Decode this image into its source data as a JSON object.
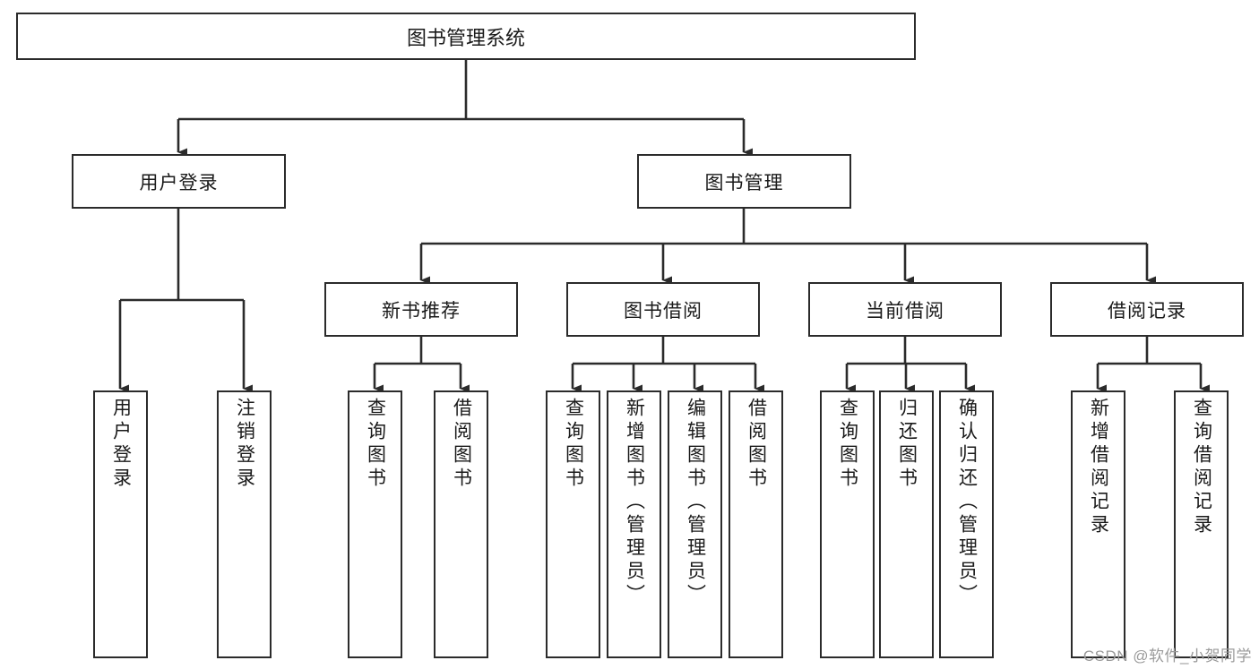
{
  "diagram": {
    "title": "图书管理系统",
    "type": "tree-hierarchy-functional-decomposition",
    "colors": {
      "background": "#ffffff",
      "box_border": "#2b2b2b",
      "connector": "#2b2b2b",
      "text": "#1a1a1a",
      "watermark": "#9a9a9a"
    },
    "watermark": "CSDN @软件_小贺同学",
    "root": {
      "label": "图书管理系统"
    },
    "level1": [
      {
        "label": "用户登录"
      },
      {
        "label": "图书管理"
      }
    ],
    "level2": [
      {
        "label": "新书推荐"
      },
      {
        "label": "图书借阅"
      },
      {
        "label": "当前借阅"
      },
      {
        "label": "借阅记录"
      }
    ],
    "leaves": {
      "user_login": [
        {
          "label": "用户登录"
        },
        {
          "label": "注销登录"
        }
      ],
      "new_book_recommend": [
        {
          "label": "查询图书"
        },
        {
          "label": "借阅图书"
        }
      ],
      "book_borrow": [
        {
          "label": "查询图书"
        },
        {
          "label": "新增图书（管理员）"
        },
        {
          "label": "编辑图书（管理员）"
        },
        {
          "label": "借阅图书"
        }
      ],
      "current_borrow": [
        {
          "label": "查询图书"
        },
        {
          "label": "归还图书"
        },
        {
          "label": "确认归还（管理员）"
        }
      ],
      "borrow_record": [
        {
          "label": "新增借阅记录"
        },
        {
          "label": "查询借阅记录"
        }
      ]
    }
  }
}
